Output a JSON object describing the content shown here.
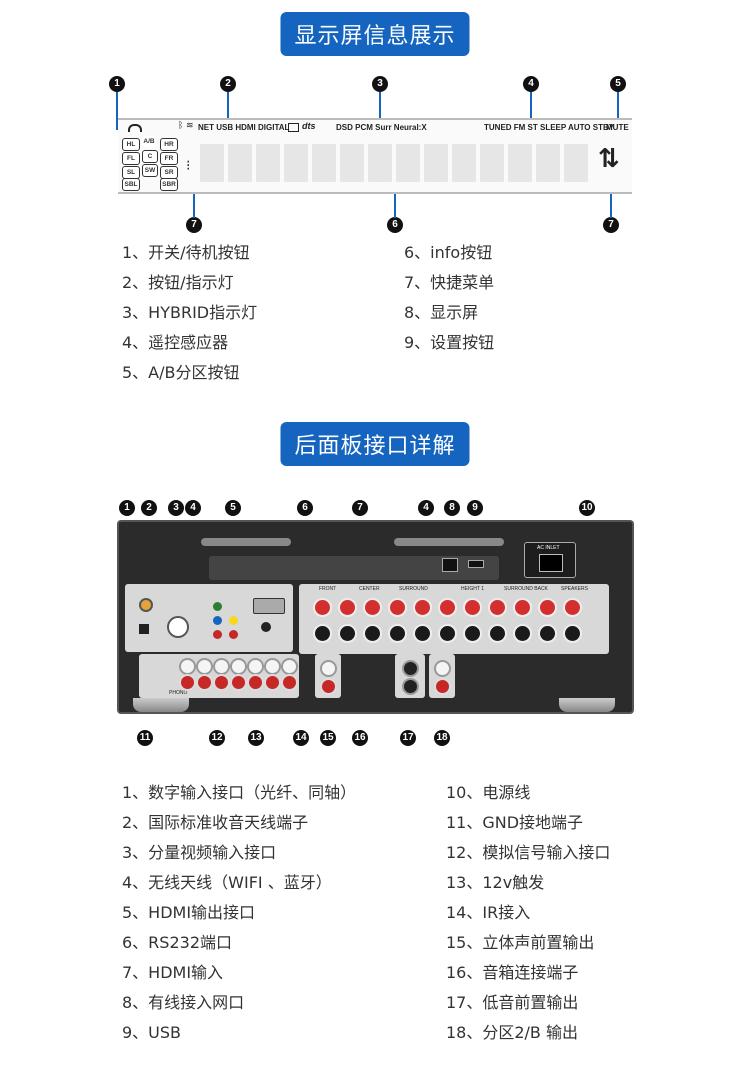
{
  "section1": {
    "title": "显示屏信息展示",
    "display": {
      "group2": "NET USB HDMI DIGITAL",
      "group3": "DSD PCM  Surr  Neural:X",
      "group4": "TUNED FM ST SLEEP AUTO STBY",
      "group5": "MUTE",
      "speakers": [
        "HL",
        "A/B",
        "HR",
        "FL",
        "C",
        "FR",
        "SL",
        "SW",
        "SR",
        "SBL",
        "SBR"
      ]
    },
    "callouts": [
      "1",
      "2",
      "3",
      "4",
      "5",
      "6",
      "7",
      "7"
    ],
    "items_left": [
      "1、开关/待机按钮",
      "2、按钮/指示灯",
      "3、HYBRID指示灯",
      "4、遥控感应器",
      "5、A/B分区按钮"
    ],
    "items_right": [
      "6、info按钮",
      "7、快捷菜单",
      "8、显示屏",
      "9、设置按钮"
    ]
  },
  "section2": {
    "title": "后面板接口详解",
    "panel_labels": {
      "ac_inlet": "AC INLET",
      "front": "FRONT",
      "center": "CENTER",
      "surround": "SURROUND",
      "height": "HEIGHT 1",
      "surround_back": "SURROUND BACK",
      "phono": "PHONO",
      "speakers": "SPEAKERS"
    },
    "callouts_top": [
      "1",
      "2",
      "3",
      "4",
      "5",
      "6",
      "7",
      "4",
      "8",
      "9",
      "10"
    ],
    "callouts_bottom": [
      "11",
      "12",
      "13",
      "14",
      "15",
      "16",
      "17",
      "18"
    ],
    "items_left": [
      "1、数字输入接口（光纤、同轴）",
      "2、国际标准收音天线端子",
      "3、分量视频输入接口",
      "4、无线天线（WIFI 、蓝牙）",
      "5、HDMI输出接口",
      "6、RS232端口",
      "7、HDMI输入",
      "8、有线接入网口",
      "9、USB"
    ],
    "items_right": [
      "10、电源线",
      "11、GND接地端子",
      "12、模拟信号输入接口",
      "13、12v触发",
      "14、IR接入",
      "15、立体声前置输出",
      "16、音箱连接端子",
      "17、低音前置输出",
      "18、分区2/B 输出"
    ]
  }
}
